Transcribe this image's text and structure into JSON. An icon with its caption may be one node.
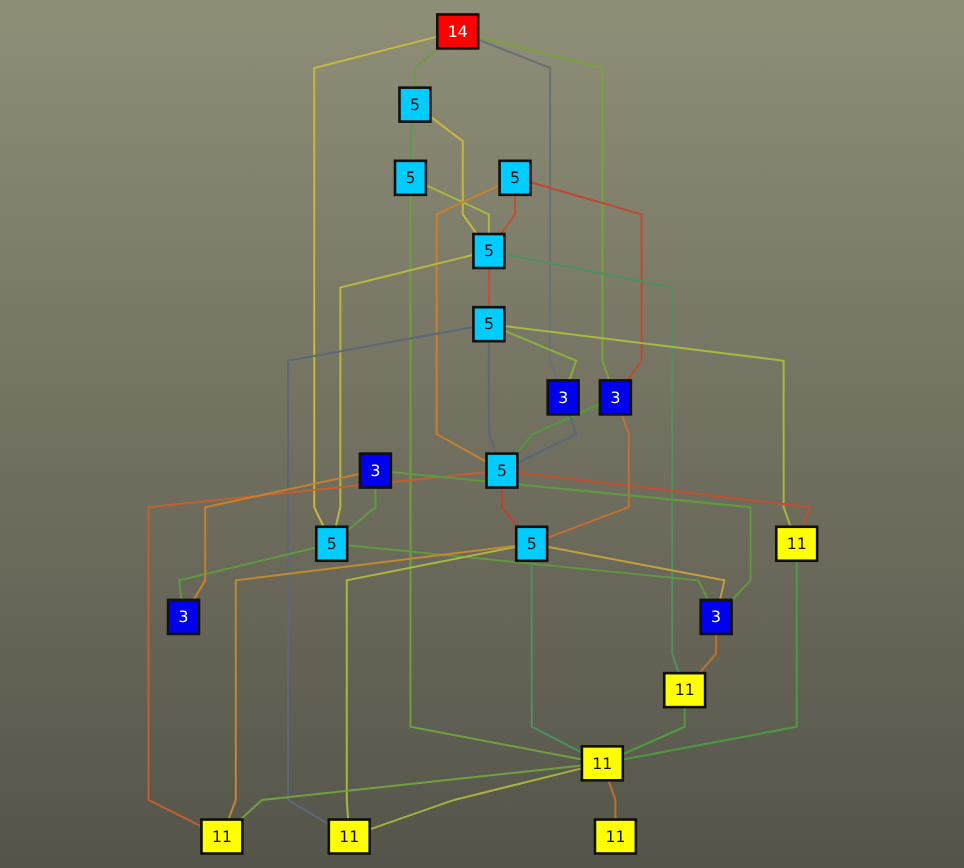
{
  "diagram": {
    "nodes": [
      {
        "text": [
          "14"
        ]
      },
      {
        "text": [
          "5"
        ]
      },
      {
        "text": [
          "5"
        ]
      },
      {
        "text": [
          "5"
        ]
      },
      {
        "text": [
          "5"
        ]
      },
      {
        "text": [
          "5"
        ]
      },
      {
        "text": [
          "5"
        ]
      },
      {
        "text": [
          "3"
        ]
      },
      {
        "text": [
          "5"
        ]
      },
      {
        "text": [
          "5"
        ]
      },
      {
        "text": [
          "3"
        ]
      },
      {
        "text": [
          "3"
        ]
      },
      {
        "text": [
          "3"
        ]
      },
      {
        "text": [
          "3"
        ]
      },
      {
        "text": [
          "11"
        ]
      },
      {
        "text": [
          "11"
        ]
      },
      {
        "text": [
          "11"
        ]
      },
      {
        "text": [
          "11"
        ]
      },
      {
        "text": [
          "11"
        ]
      },
      {
        "text": [
          "11"
        ]
      }
    ],
    "edges": [
      {
        "from": 0,
        "to": 1,
        "arrow": "none",
        "color": "#6f9a4a"
      },
      {
        "from": 0,
        "to": 6,
        "arrow": "none",
        "color": "#c8b840"
      },
      {
        "from": 0,
        "to": 7,
        "arrow": "none",
        "color": "#6a7078"
      },
      {
        "from": 0,
        "to": 11,
        "arrow": "none",
        "color": "#7aa040"
      },
      {
        "from": 1,
        "to": 4,
        "arrow": "none",
        "color": "#c8b840"
      },
      {
        "from": 1,
        "to": 2,
        "arrow": "none",
        "color": "#5f9a4a"
      },
      {
        "from": 2,
        "to": 4,
        "arrow": "none",
        "color": "#a8b840"
      },
      {
        "from": 2,
        "to": 17,
        "arrow": "none",
        "color": "#6fa040"
      },
      {
        "from": 3,
        "to": 4,
        "arrow": "none",
        "color": "#c05030"
      },
      {
        "from": 3,
        "to": 11,
        "arrow": "none",
        "color": "#c04830"
      },
      {
        "from": 3,
        "to": 8,
        "arrow": "none",
        "color": "#c88030"
      },
      {
        "from": 4,
        "to": 5,
        "arrow": "none",
        "color": "#c05030"
      },
      {
        "from": 4,
        "to": 6,
        "arrow": "none",
        "color": "#b8b840"
      },
      {
        "from": 4,
        "to": 15,
        "arrow": "none",
        "color": "#4f9060"
      },
      {
        "from": 5,
        "to": 7,
        "arrow": "none",
        "color": "#8ab040"
      },
      {
        "from": 5,
        "to": 18,
        "arrow": "none",
        "color": "#a8b840"
      },
      {
        "from": 5,
        "to": 8,
        "arrow": "none",
        "color": "#5a6878"
      },
      {
        "from": 5,
        "to": 16,
        "arrow": "none",
        "color": "#5a6878"
      },
      {
        "from": 6,
        "to": 12,
        "arrow": "none",
        "color": "#5f9a40"
      },
      {
        "from": 6,
        "to": 13,
        "arrow": "none",
        "color": "#5f9a40"
      },
      {
        "from": 8,
        "to": 9,
        "arrow": "none",
        "color": "#c04030"
      },
      {
        "from": 8,
        "to": 18,
        "arrow": "none",
        "color": "#c05030"
      },
      {
        "from": 8,
        "to": 14,
        "arrow": "none",
        "color": "#c06030"
      },
      {
        "from": 11,
        "to": 9,
        "arrow": "none",
        "color": "#c07030"
      },
      {
        "from": 9,
        "to": 12,
        "arrow": "none",
        "color": "#c0a040"
      },
      {
        "from": 9,
        "to": 16,
        "arrow": "none",
        "color": "#a8b840"
      },
      {
        "from": 9,
        "to": 17,
        "arrow": "none",
        "color": "#4f9060"
      },
      {
        "from": 9,
        "to": 14,
        "arrow": "none",
        "color": "#c08a30"
      },
      {
        "from": 10,
        "to": 13,
        "arrow": "none",
        "color": "#c88030"
      },
      {
        "from": 10,
        "to": 12,
        "arrow": "none",
        "color": "#5f9a40"
      },
      {
        "from": 10,
        "to": 6,
        "arrow": "none",
        "color": "#5f9a40"
      },
      {
        "from": 11,
        "to": 8,
        "arrow": "none",
        "color": "#4f9a40"
      },
      {
        "from": 12,
        "to": 15,
        "arrow": "none",
        "color": "#c07030"
      },
      {
        "from": 15,
        "to": 17,
        "arrow": "none",
        "color": "#4f9a40"
      },
      {
        "from": 18,
        "to": 17,
        "arrow": "none",
        "color": "#4f9a40"
      },
      {
        "from": 17,
        "to": 14,
        "arrow": "none",
        "color": "#6fa040"
      },
      {
        "from": 17,
        "to": 16,
        "arrow": "none",
        "color": "#a8b040"
      },
      {
        "from": 17,
        "to": 19,
        "arrow": "none",
        "color": "#c07030"
      },
      {
        "from": 7,
        "to": 8,
        "arrow": "none",
        "color": "#5a6878"
      }
    ]
  }
}
